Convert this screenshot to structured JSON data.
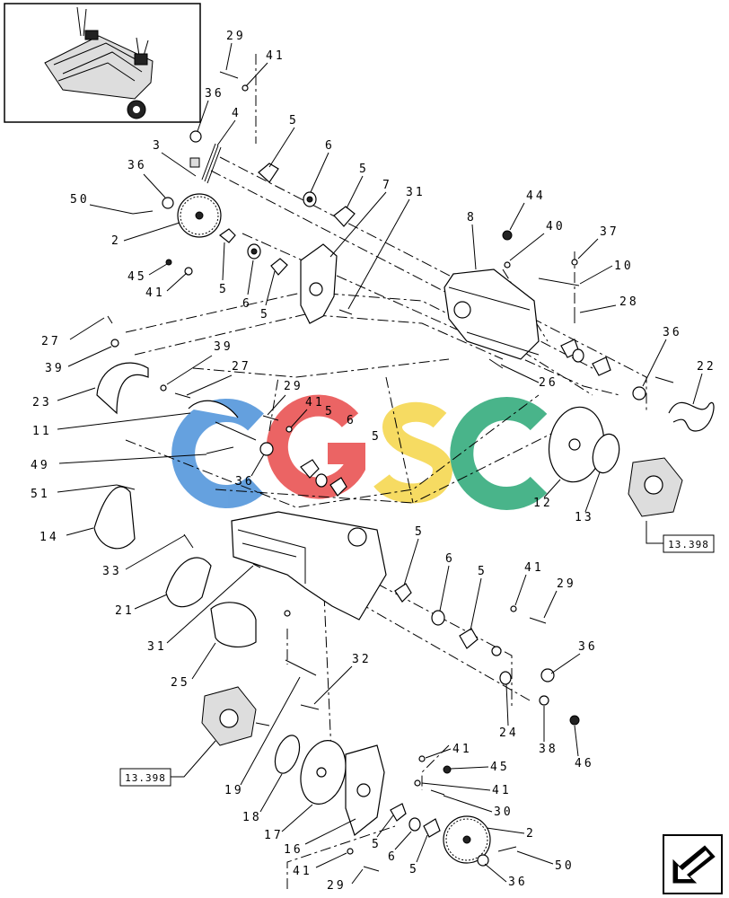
{
  "watermark": {
    "letters": [
      "C",
      "G",
      "S",
      "C"
    ],
    "colors": [
      "#4a90d9",
      "#e84a4a",
      "#f5d547",
      "#2aa876"
    ]
  },
  "refs": [
    "13.398",
    "13.398"
  ],
  "callouts": [
    "29",
    "41",
    "36",
    "4",
    "5",
    "3",
    "6",
    "36",
    "5",
    "7",
    "31",
    "50",
    "2",
    "44",
    "8",
    "40",
    "37",
    "45",
    "41",
    "5",
    "6",
    "5",
    "10",
    "28",
    "27",
    "39",
    "36",
    "39",
    "27",
    "22",
    "23",
    "29",
    "41",
    "26",
    "11",
    "5",
    "6",
    "5",
    "49",
    "36",
    "12",
    "13",
    "51",
    "14",
    "33",
    "5",
    "6",
    "41",
    "5",
    "29",
    "21",
    "31",
    "36",
    "25",
    "32",
    "24",
    "38",
    "46",
    "41",
    "45",
    "19",
    "41",
    "30",
    "18",
    "17",
    "16",
    "5",
    "6",
    "5",
    "2",
    "41",
    "29",
    "36",
    "50"
  ],
  "nav_icon": "previous-page-arrow-icon"
}
